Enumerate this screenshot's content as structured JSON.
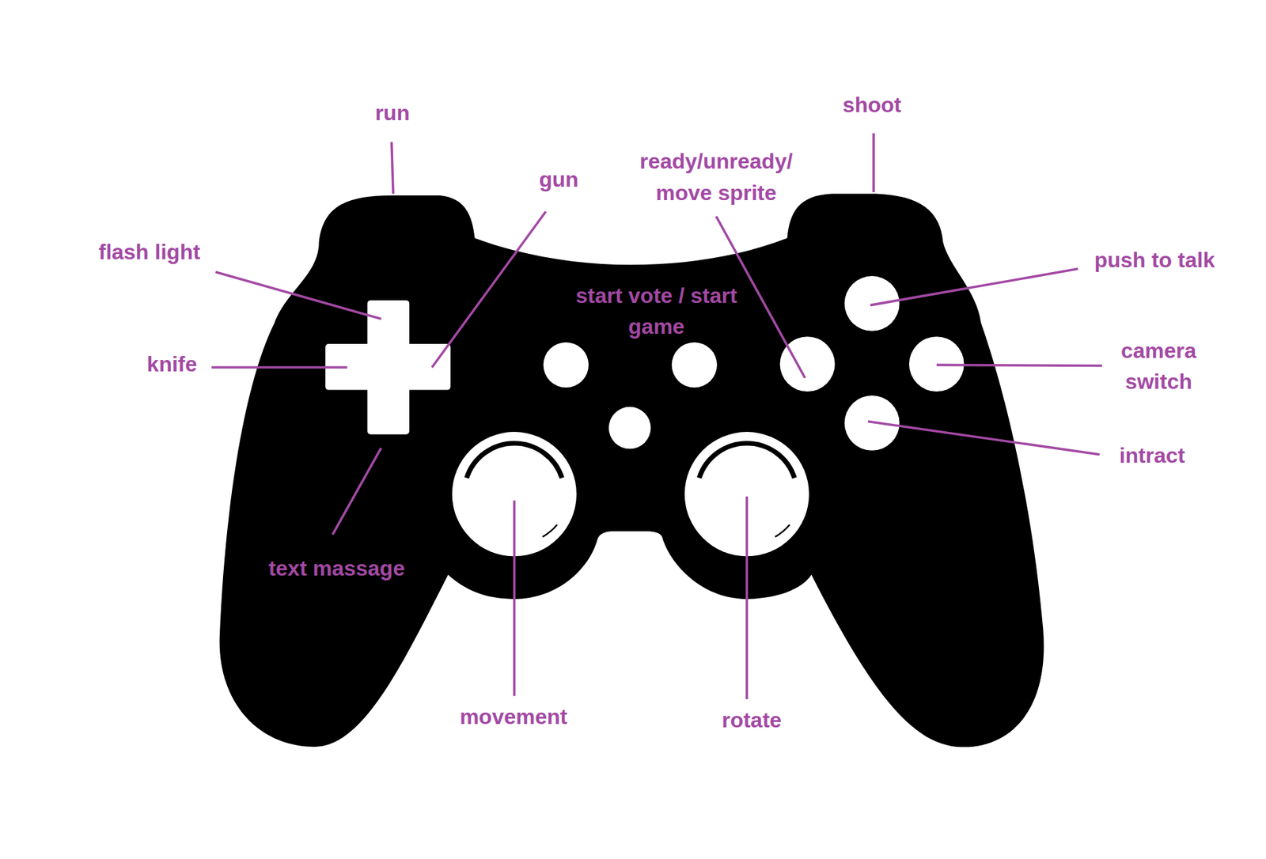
{
  "diagram": {
    "labels": [
      "run",
      "shoot",
      "gun",
      "ready/unready/ move sprite",
      "flash light",
      "push to talk",
      "start vote / start game",
      "knife",
      "camera switch",
      "intract",
      "text massage",
      "movement",
      "rotate"
    ]
  }
}
